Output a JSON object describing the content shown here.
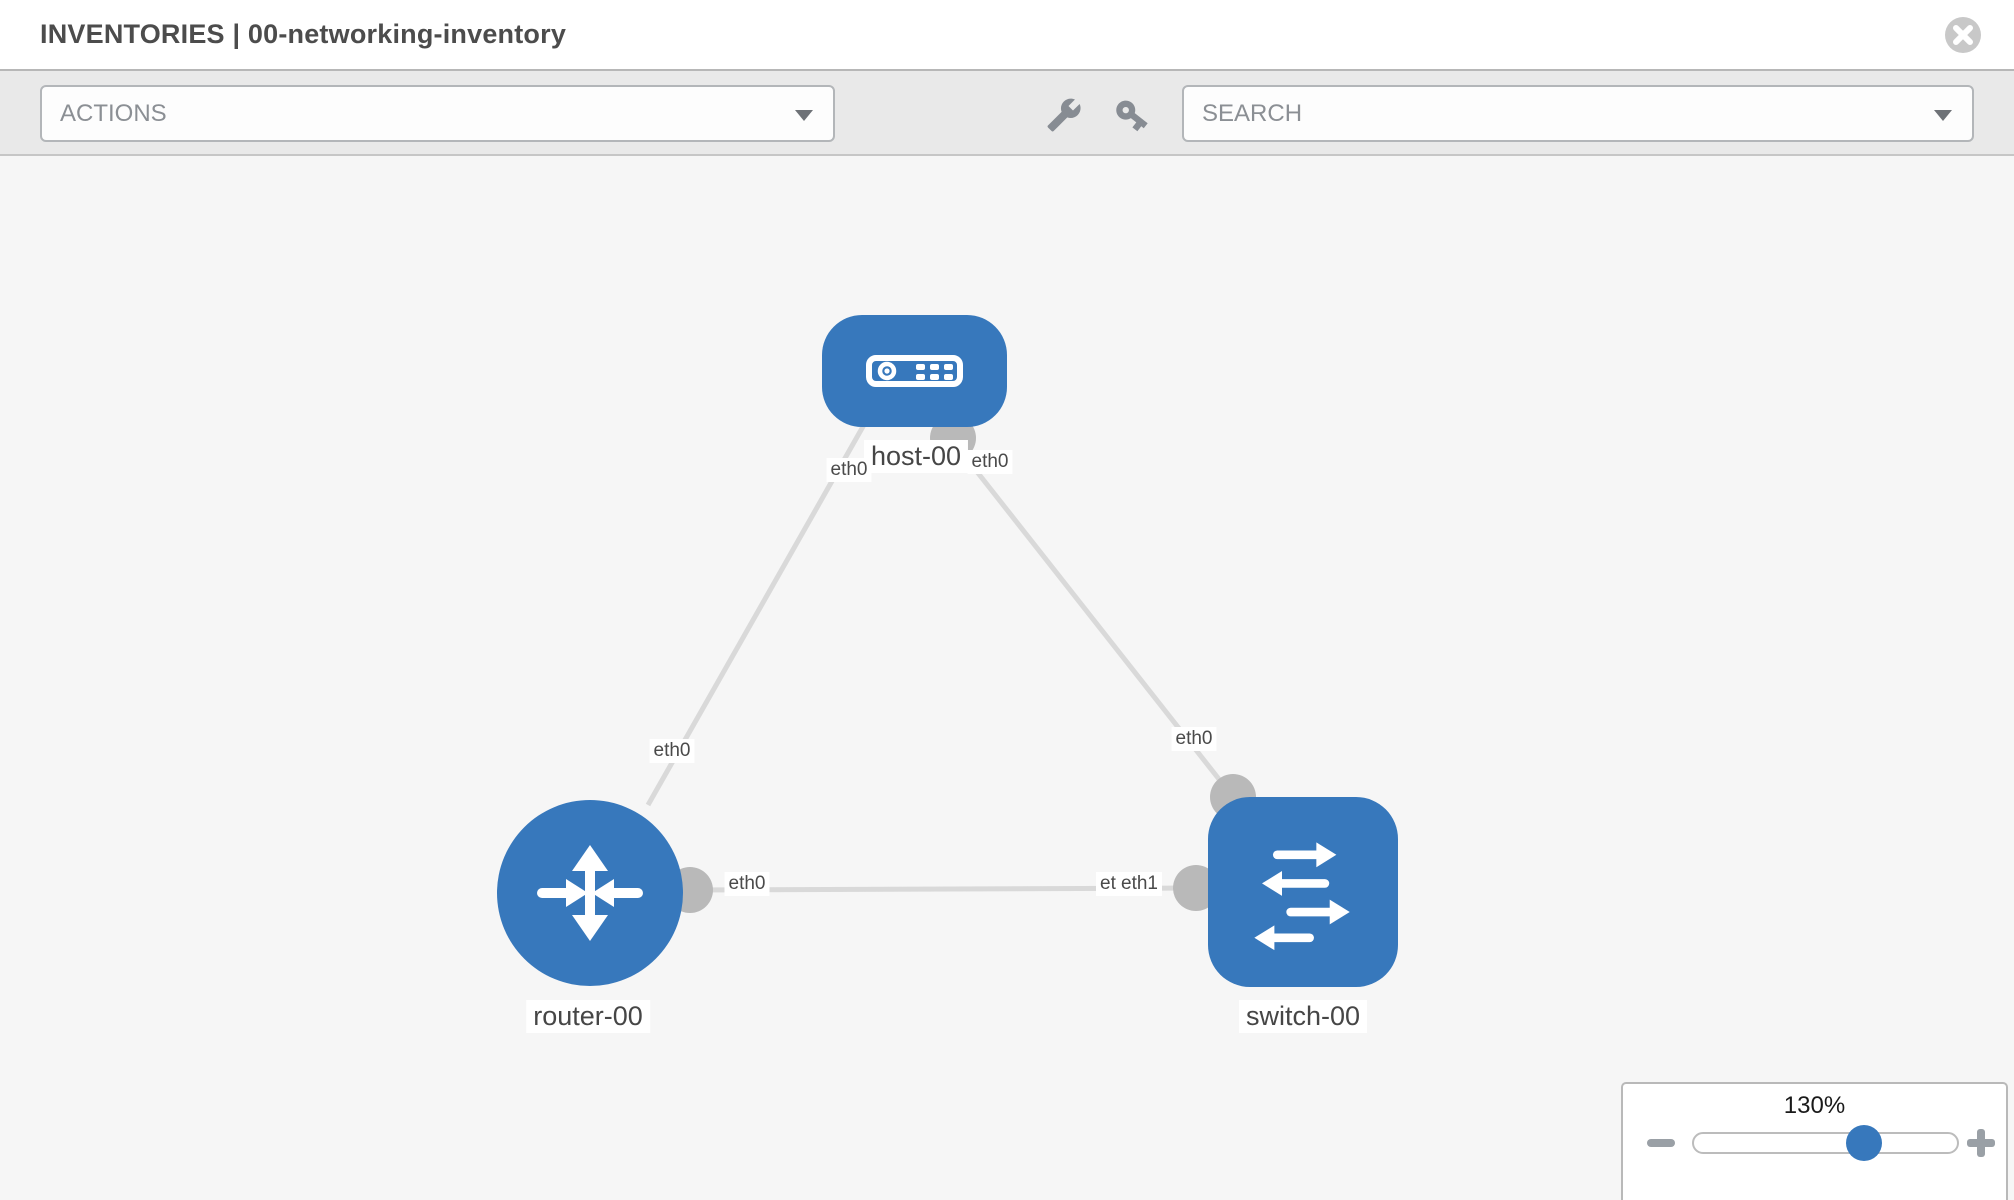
{
  "header": {
    "title": "INVENTORIES | 00-networking-inventory"
  },
  "toolbar": {
    "actions_label": "ACTIONS",
    "search_label": "SEARCH",
    "icons": [
      "wrench-icon",
      "key-icon"
    ]
  },
  "topology": {
    "nodes": [
      {
        "label": "host-00",
        "type": "host"
      },
      {
        "label": "router-00",
        "type": "router"
      },
      {
        "label": "switch-00",
        "type": "switch"
      }
    ],
    "links": [
      {
        "from": "host-00",
        "from_interface": "eth0",
        "to": "router-00",
        "to_interface": "eth0"
      },
      {
        "from": "host-00",
        "from_interface": "eth0",
        "to": "switch-00",
        "to_interface": "eth0"
      },
      {
        "from": "router-00",
        "from_interface": "eth0",
        "to": "switch-00",
        "to_interface": "eth1"
      }
    ]
  },
  "zoom_control": {
    "level": "130%"
  },
  "colors": {
    "node_blue": "#3778bc",
    "link_gray": "#d9d9d9",
    "dot_gray": "#b9b9b9",
    "toolbar_bg": "#e9e9e9",
    "canvas_bg": "#f6f6f6"
  }
}
